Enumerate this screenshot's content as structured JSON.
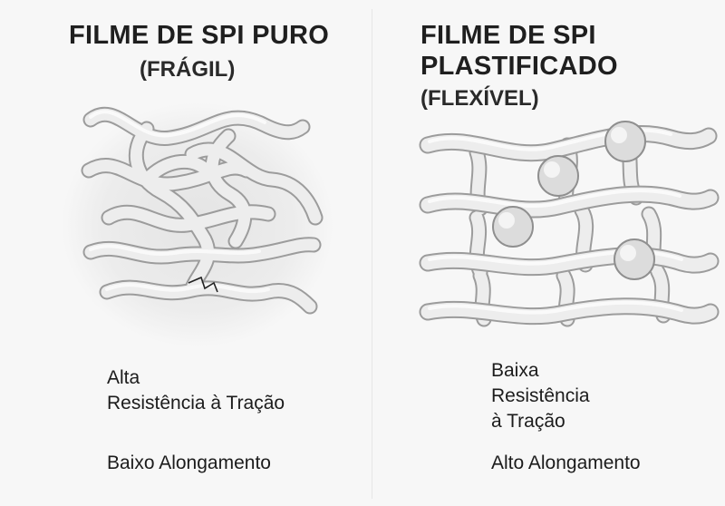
{
  "panels": [
    {
      "title_lines": [
        "FILME DE SPI PURO"
      ],
      "subtitle": "(FRÁGIL)",
      "property_lines": [
        "Alta",
        "Resistência à Tração"
      ],
      "elongation": "Baixo Alongamento"
    },
    {
      "title_lines": [
        "FILME DE SPI",
        "PLASTIFICADO"
      ],
      "subtitle": "(FLEXÍVEL)",
      "property_lines": [
        "Baixa",
        "Resistência",
        "à Tração"
      ],
      "elongation": "Alto Alongamento"
    }
  ]
}
